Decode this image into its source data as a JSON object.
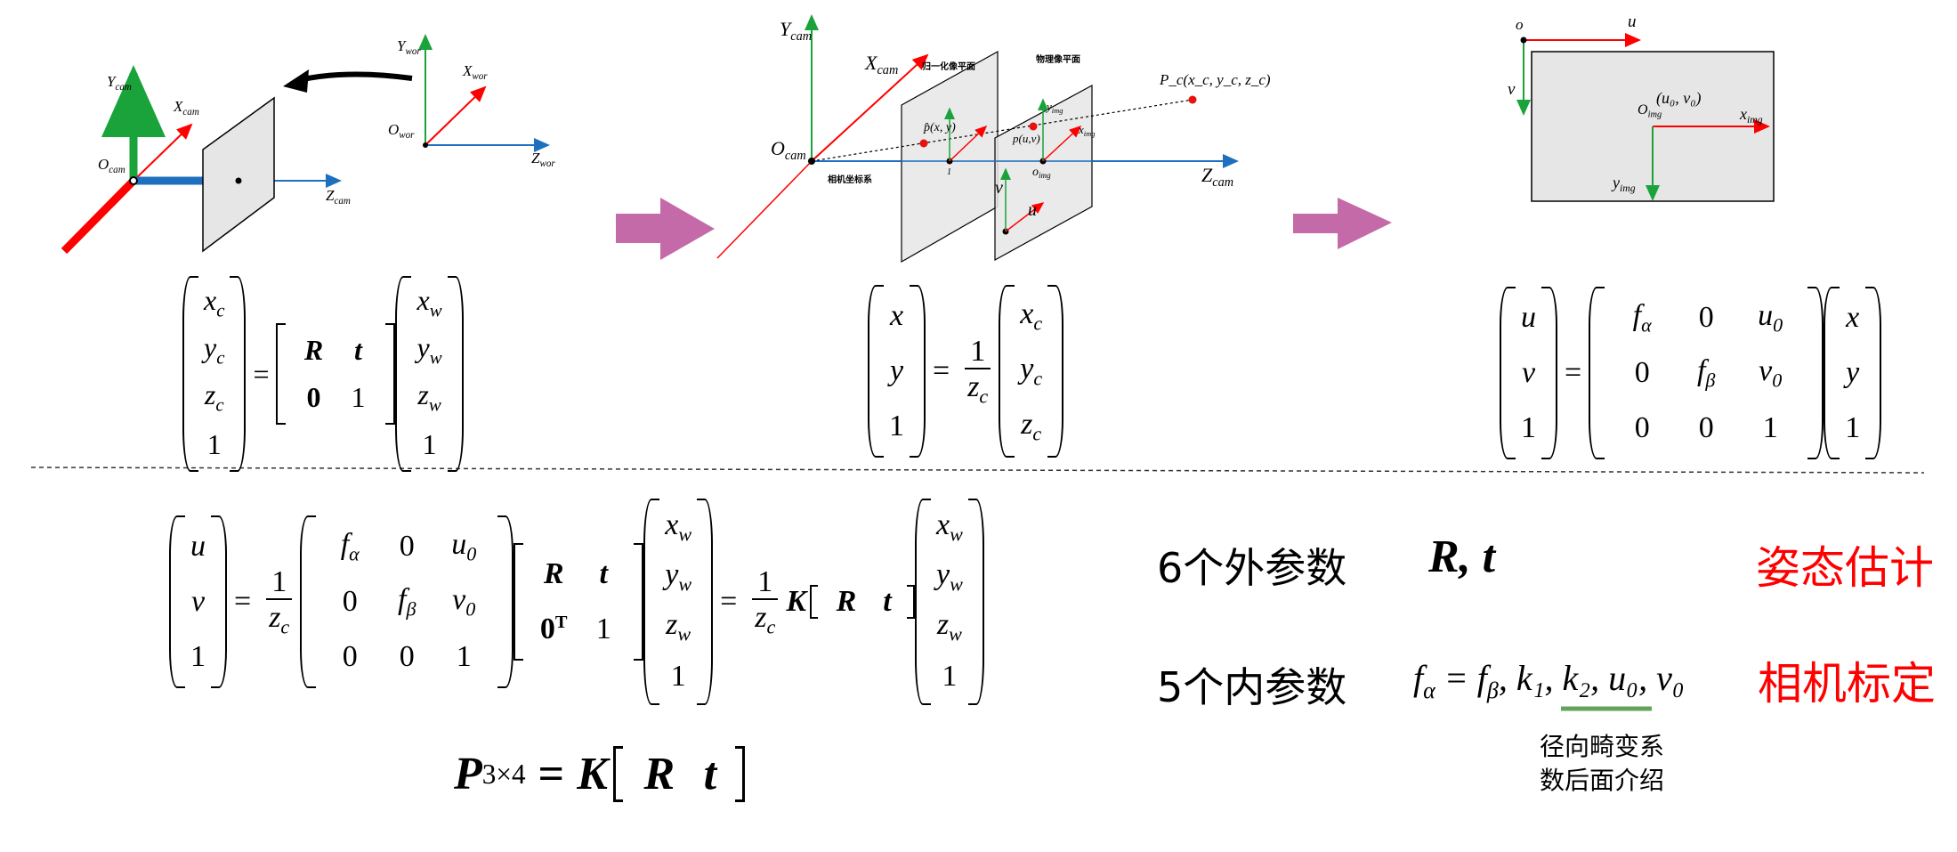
{
  "colors": {
    "arrow_fill": "#c56aa8",
    "axis_red": "#ff0000",
    "axis_green": "#1aa33a",
    "axis_blue": "#1f6fbf",
    "plane_fill": "#e6e6e6",
    "text_red": "#ff0000"
  },
  "panel1": {
    "y_cam": [
      "Y",
      "cam"
    ],
    "x_cam": [
      "X",
      "cam"
    ],
    "o_cam": [
      "O",
      "cam"
    ],
    "z_cam": [
      "Z",
      "cam"
    ],
    "y_wor": [
      "Y",
      "wor"
    ],
    "x_wor": [
      "X",
      "wor"
    ],
    "o_wor": [
      "O",
      "wor"
    ],
    "z_wor": [
      "Z",
      "wor"
    ]
  },
  "panel2": {
    "y_cam": [
      "Y",
      "cam"
    ],
    "x_cam": [
      "X",
      "cam"
    ],
    "o_cam": [
      "O",
      "cam"
    ],
    "z_cam": [
      "Z",
      "cam"
    ],
    "norm_plane_label": "归一化像平面",
    "phys_plane_label": "物理像平面",
    "cam_coord_label": "相机坐标系",
    "pc_label": "P_c(x_c, y_c, z_c)",
    "p_hat_label": "p̂(x, y)",
    "p_label": "p(u,v)",
    "y_img": [
      "y",
      "img"
    ],
    "x_img": [
      "x",
      "img"
    ],
    "o_img": [
      "o",
      "img"
    ],
    "one": "1",
    "u": "u",
    "v": "v"
  },
  "panel3": {
    "o": "o",
    "u": "u",
    "v": "v",
    "o_img": [
      "O",
      "img"
    ],
    "uv0": "(u₀, v₀)",
    "x_img": [
      "x",
      "img"
    ],
    "y_img": [
      "y",
      "img"
    ]
  },
  "eq1": {
    "lhs": [
      "x_c",
      "y_c",
      "z_c",
      "1"
    ],
    "rt": [
      [
        "R",
        "t"
      ],
      [
        "0",
        "1"
      ]
    ],
    "rhs": [
      "x_w",
      "y_w",
      "z_w",
      "1"
    ]
  },
  "eq2": {
    "lhs": [
      "x",
      "y",
      "1"
    ],
    "frac_num": "1",
    "frac_den": "z_c",
    "rhs": [
      "x_c",
      "y_c",
      "z_c"
    ]
  },
  "eq3": {
    "lhs": [
      "u",
      "v",
      "1"
    ],
    "k": [
      [
        "f_α",
        "0",
        "u_0"
      ],
      [
        "0",
        "f_β",
        "v_0"
      ],
      [
        "0",
        "0",
        "1"
      ]
    ],
    "rhs": [
      "x",
      "y",
      "1"
    ]
  },
  "eq4": {
    "lhs": [
      "u",
      "v",
      "1"
    ],
    "frac_num": "1",
    "frac_den": "z_c",
    "k": [
      [
        "f_α",
        "0",
        "u_0"
      ],
      [
        "0",
        "f_β",
        "v_0"
      ],
      [
        "0",
        "0",
        "1"
      ]
    ],
    "rt": [
      [
        "R",
        "t"
      ],
      [
        "0^T",
        "1"
      ]
    ],
    "rhs": [
      "x_w",
      "y_w",
      "z_w",
      "1"
    ],
    "k_symbol": "K",
    "rt_inline": [
      "R",
      "t"
    ]
  },
  "eq5": {
    "p": "P",
    "p_sup": "3×4",
    "k": "K",
    "r": "R",
    "t": "t"
  },
  "ext": {
    "label": "6个外参数",
    "params": "R, t",
    "tag": "姿态估计"
  },
  "int": {
    "label": "5个内参数",
    "params": "f_α = f_β,  k₁, k₂, u₀, v₀",
    "tag": "相机标定"
  },
  "note": {
    "line1": "径向畸变系",
    "line2": "数后面介绍"
  }
}
